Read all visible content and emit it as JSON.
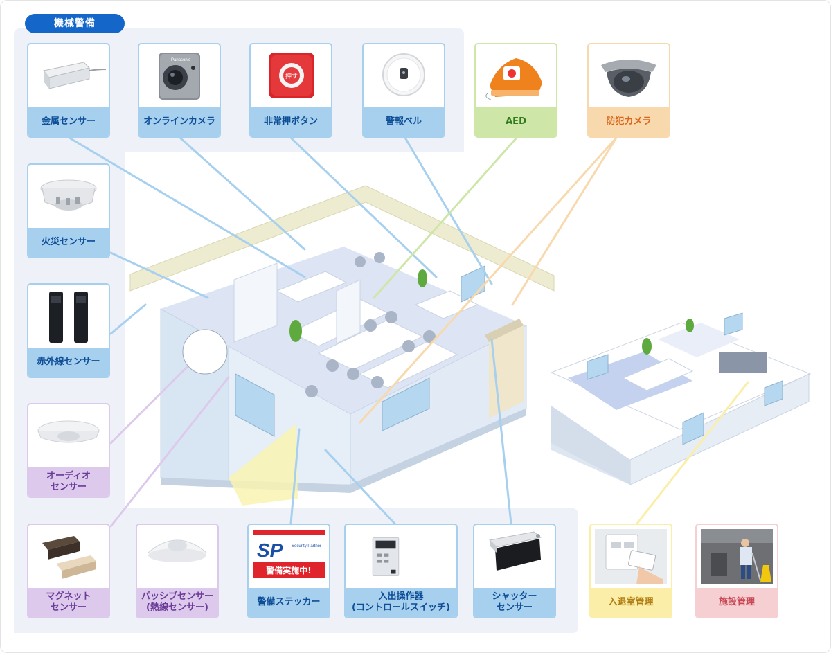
{
  "badge": "機械警備",
  "devices": {
    "metal_sensor": "金属センサー",
    "online_camera": "オンラインカメラ",
    "emergency_button": "非常押ボタン",
    "alarm_bell": "警報ベル",
    "aed": "AED",
    "security_camera": "防犯カメラ",
    "fire_sensor": "火災センサー",
    "infrared_sensor": "赤外線センサー",
    "audio_sensor": "オーディオ\nセンサー",
    "magnet_sensor": "マグネット\nセンサー",
    "passive_sensor": "パッシブセンサー\n(熱線センサー)",
    "security_sticker": "警備ステッカー",
    "entry_exit_panel": "入出操作器\n(コントロールスイッチ)",
    "shutter_sensor": "シャッター\nセンサー",
    "access_control": "入退室管理",
    "facility_management": "施設管理"
  },
  "image_text": {
    "camera_brand": "Panasonic",
    "button_text": "押す",
    "sticker_sp": "SP",
    "sticker_partner": "Security Partner",
    "sticker_main": "警備実施中!"
  },
  "colors": {
    "blue_line": "#a7d0ef",
    "green_line": "#cfe6a9",
    "orange_line": "#f8d9ad",
    "purple_line": "#ddc9ec",
    "yellow_line": "#fbeea8"
  }
}
